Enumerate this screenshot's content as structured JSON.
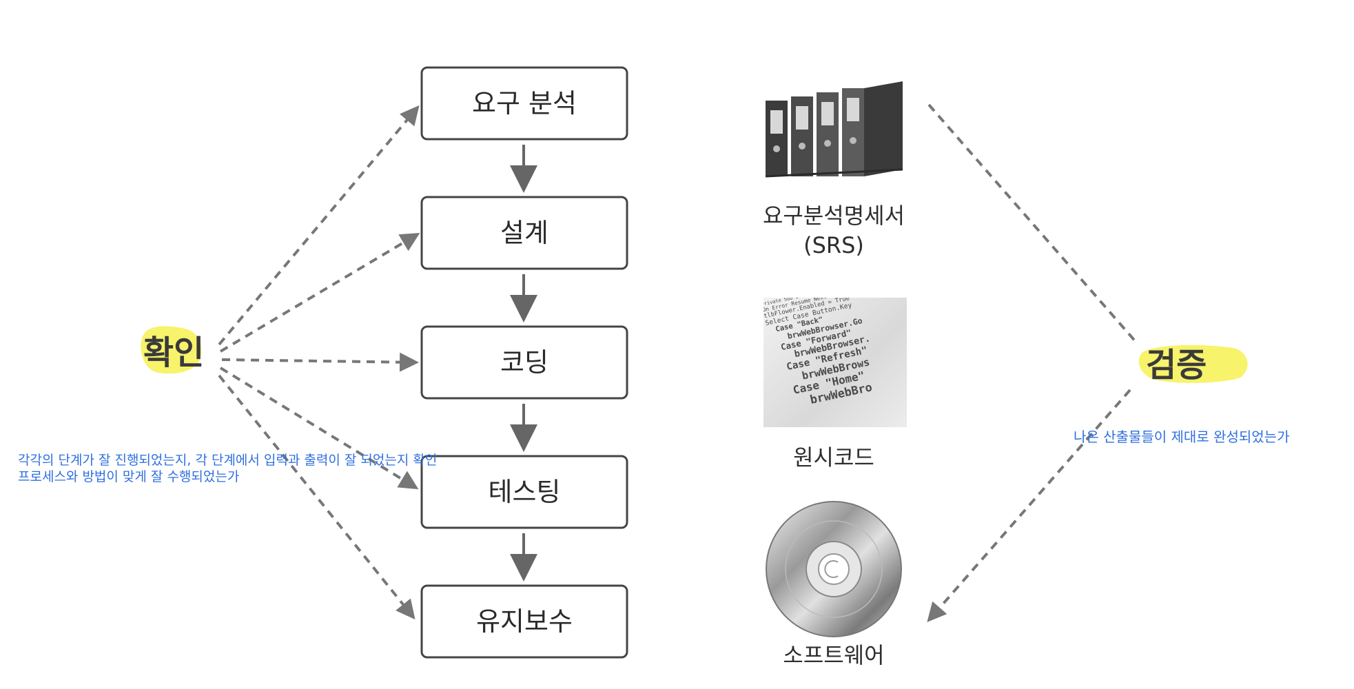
{
  "process_steps": [
    "요구 분석",
    "설계",
    "코딩",
    "테스팅",
    "유지보수"
  ],
  "left": {
    "label": "확인",
    "note_lines": [
      "각각의 단계가 잘 진행되었는지, 각 단계에서 입력과 출력이 잘 되었는지 확인",
      "프로세스와 방법이 맞게 잘 수행되었는가"
    ]
  },
  "right": {
    "label": "검증",
    "note": "나온 산출물들이 제대로 완성되었는가"
  },
  "artifacts": [
    {
      "title": "요구분석명세서",
      "subtitle": "(SRS)",
      "icon": "binders-icon"
    },
    {
      "title": "원시코드",
      "subtitle": "",
      "icon": "source-code-image"
    },
    {
      "title": "소프트웨어",
      "subtitle": "",
      "icon": "cd-disc-icon"
    }
  ],
  "code_snippet": [
    "Private Sub InitializeComp",
    "On Error Resume Next",
    "tlbFlower.Enabled = True",
    "Select Case Button.Key",
    "  Case \"Back\"",
    "    brwWebBrowser.Go",
    "  Case \"Forward\"",
    "    brwWebBrowser.",
    "  Case \"Refresh\"",
    "    brwWebBrows",
    "  Case \"Home\"",
    "    brwWebBro"
  ],
  "colors": {
    "arrow": "#666666",
    "box_border": "#444444",
    "highlight": "#f7f36b",
    "note_text": "#2f6fe0"
  }
}
